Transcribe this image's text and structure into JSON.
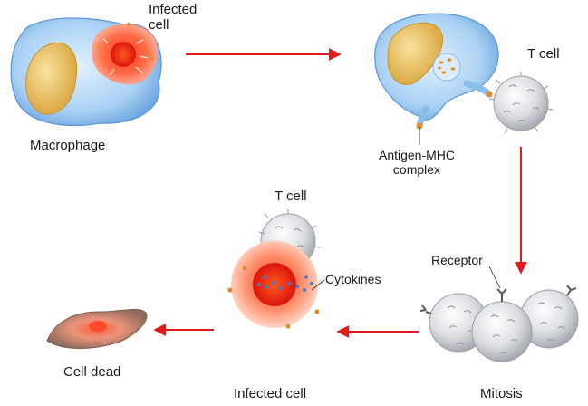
{
  "labels": {
    "infected_cell_top": [
      "Infected",
      "cell"
    ],
    "macrophage": "Macrophage",
    "t_cell_top": "T cell",
    "antigen_mhc": [
      "Antigen-MHC",
      "complex"
    ],
    "t_cell_bottom": "T cell",
    "cytokines": "Cytokines",
    "receptor": "Receptor",
    "cell_dead": "Cell dead",
    "infected_cell_bottom": "Infected cell",
    "mitosis": "Mitosis"
  },
  "colors": {
    "arrow": "#e01b1b",
    "macrophage_body": "#9ec9f0",
    "nucleus_yellow": "#e8b94a",
    "infected_red": "#f23a2a",
    "t_cell_grey": "#d8dadd"
  }
}
